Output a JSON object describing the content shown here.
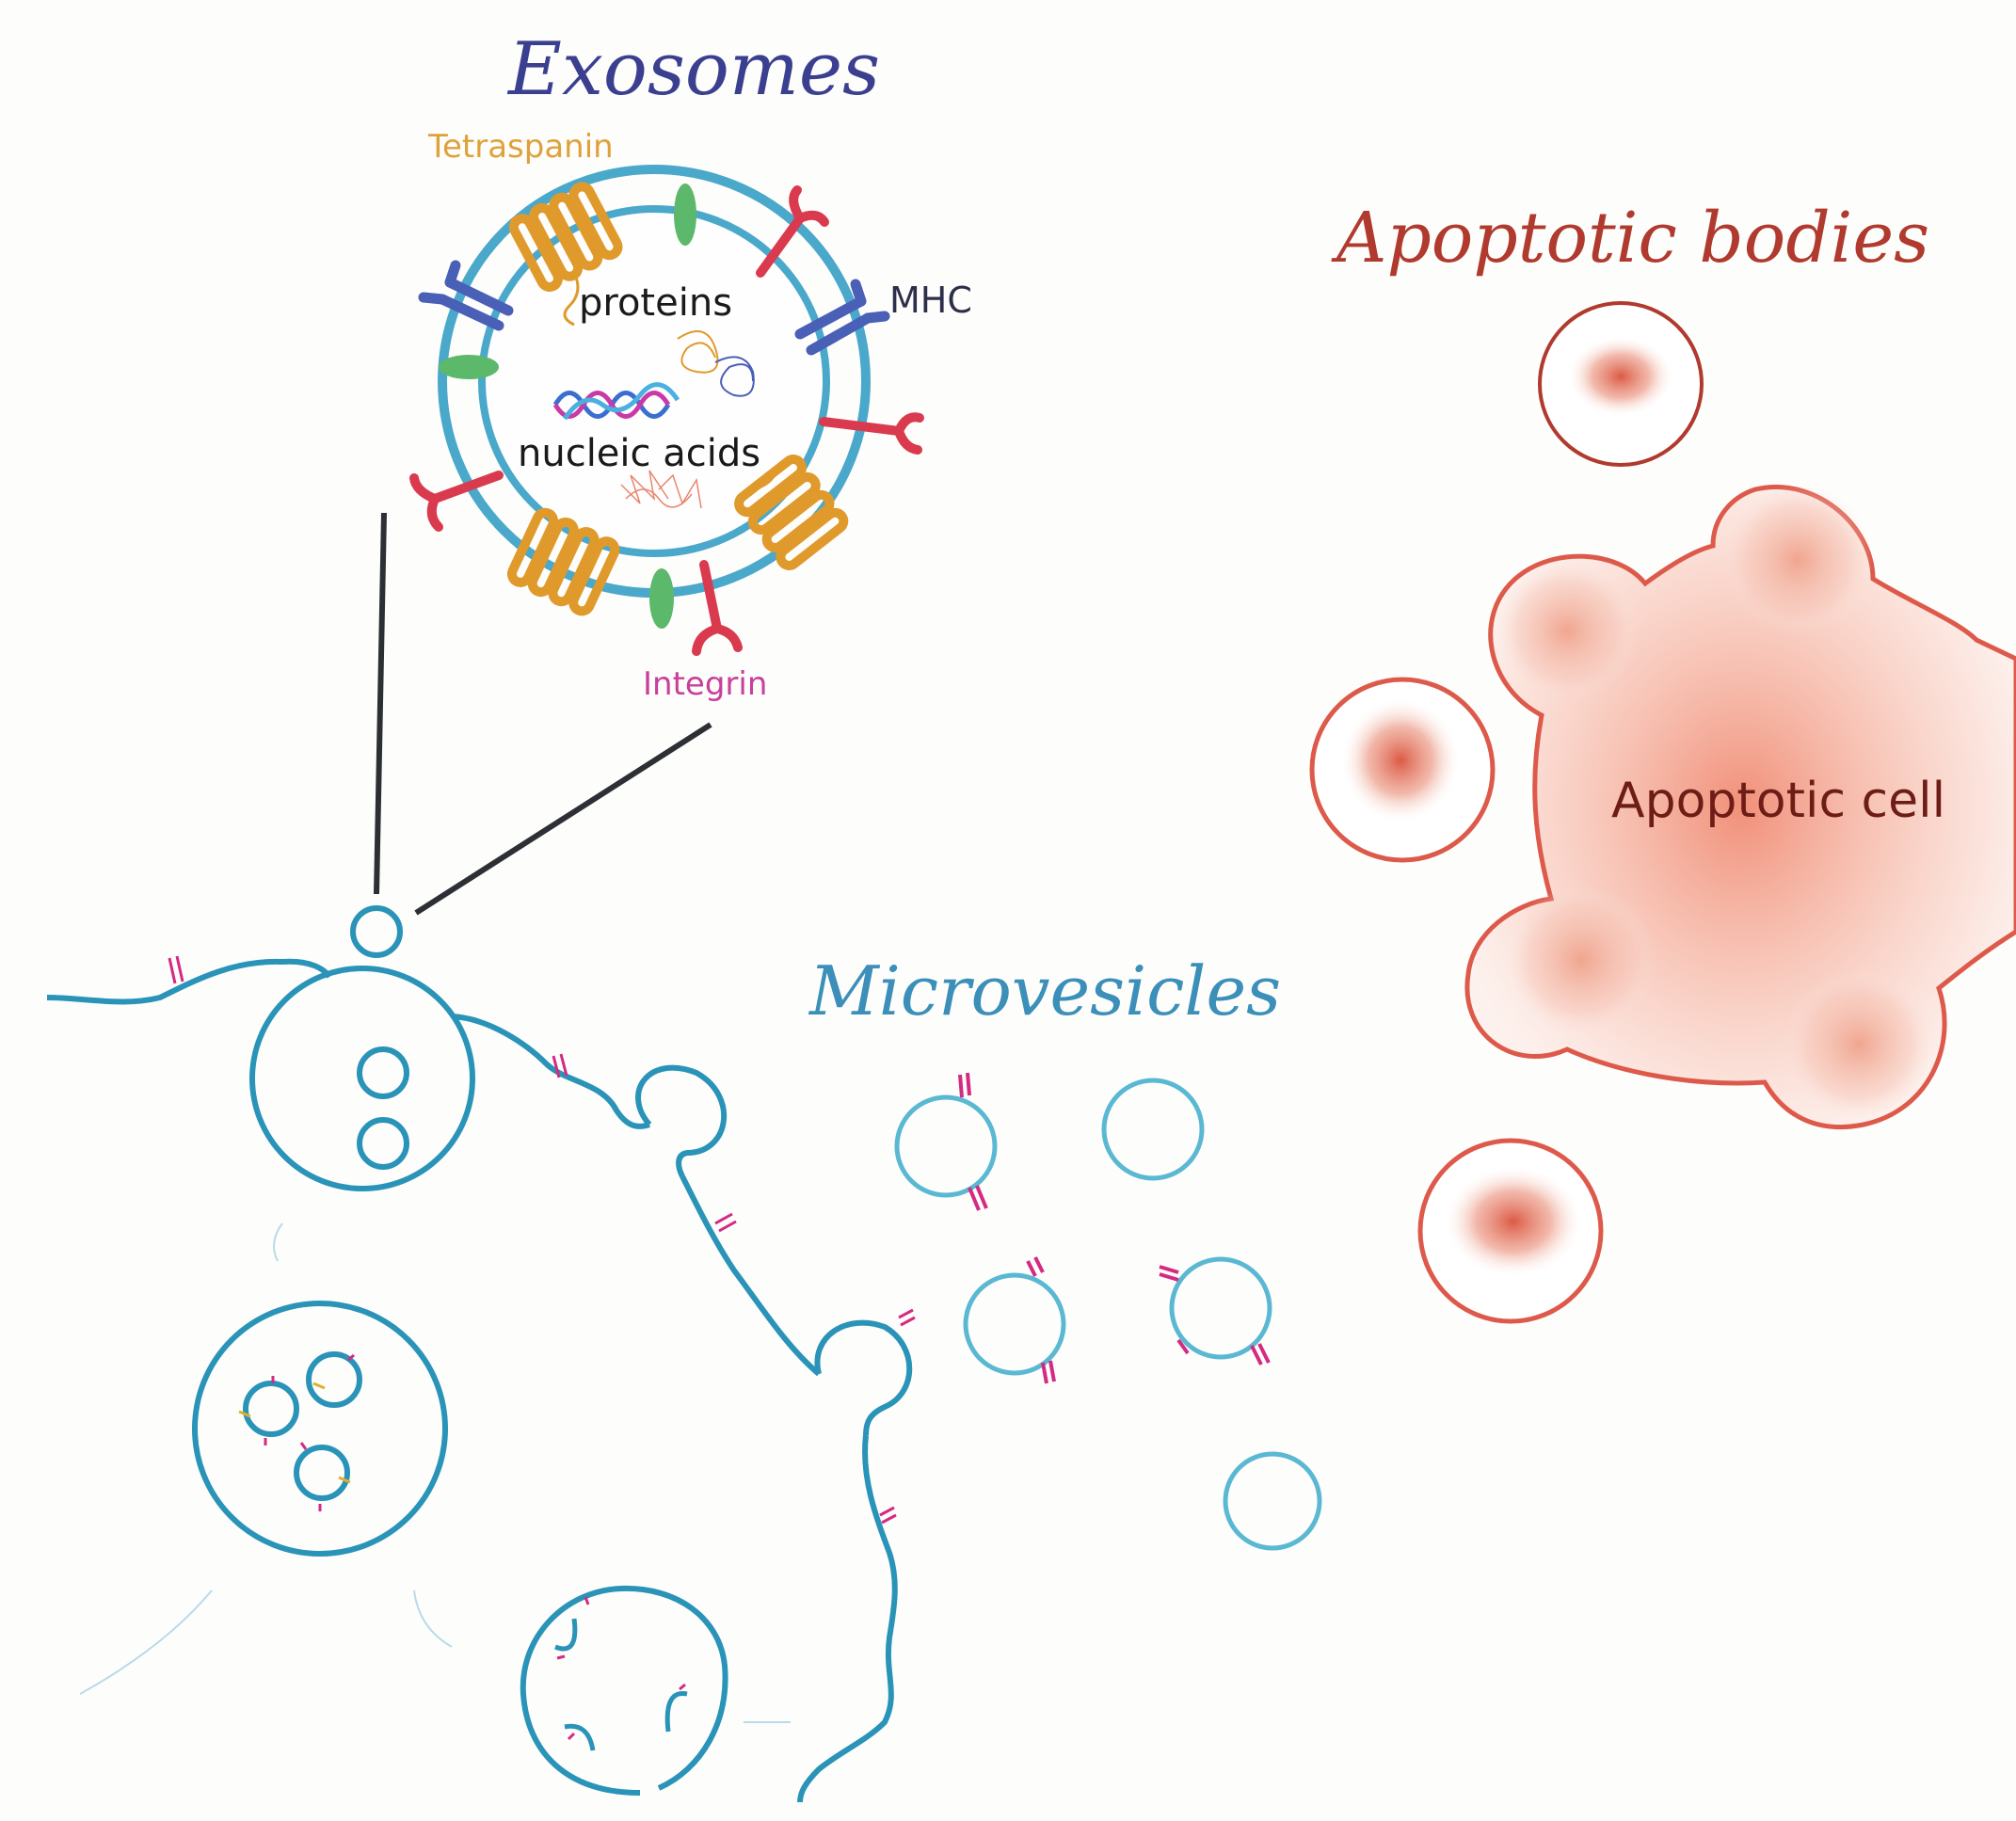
{
  "titles": {
    "exosomes": "Exosomes",
    "apoptotic_bodies": "Apoptotic bodies",
    "microvesicles": "Microvesicles"
  },
  "exosome_labels": {
    "tetraspanin": "Tetraspanin",
    "proteins": "proteins",
    "mhc": "MHC",
    "nucleic_acids": "nucleic acids",
    "integrin": "Integrin"
  },
  "apoptotic_cell_label": "Apoptotic cell",
  "colors": {
    "exosomes_title": "#3b3f8f",
    "apoptotic_title": "#b03a2e",
    "microvesicles_title": "#3b8fb8",
    "membrane": "#2a93b8",
    "vesicle_outline": "#5ab8d3",
    "tetraspanin": "#e09a2c",
    "integrin": "#d93a4e",
    "mhc": "#4a5fb6",
    "green_protein": "#5cb86a",
    "apoptotic_outline": "#dd5a4b",
    "apoptotic_fill": "#e47a66",
    "receptor_mark": "#d42a82"
  }
}
